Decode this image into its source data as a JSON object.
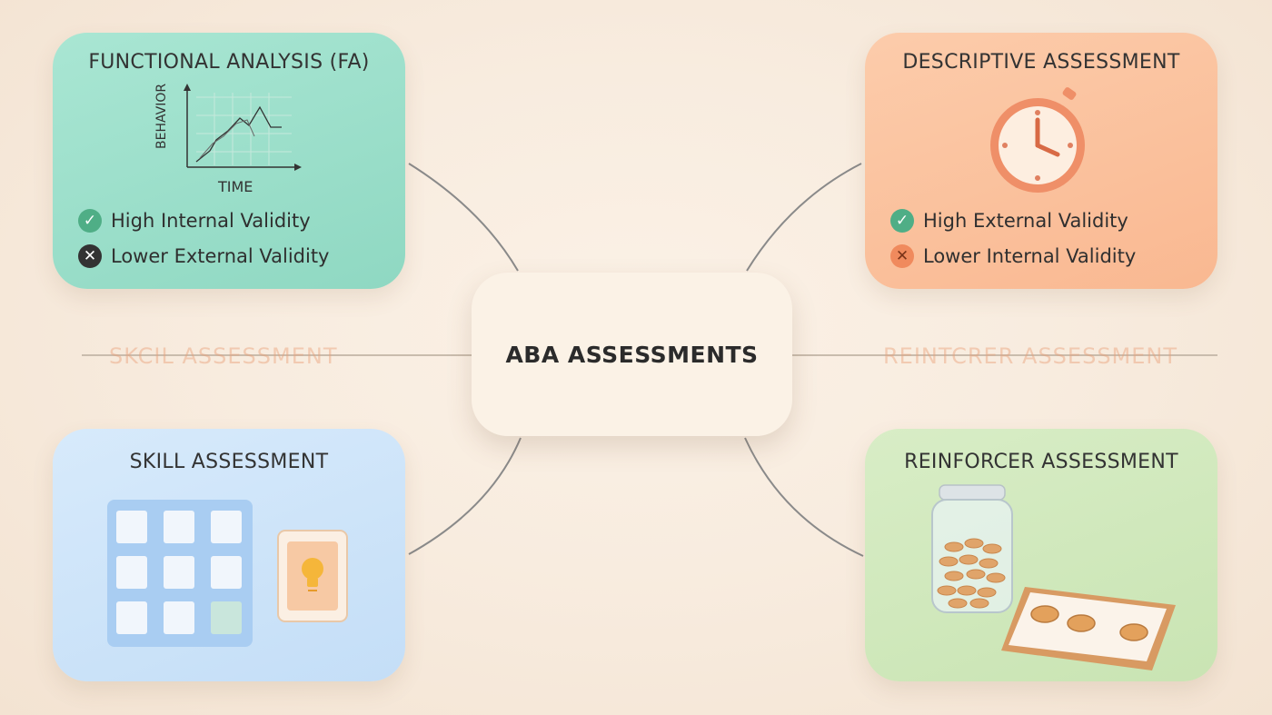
{
  "center": {
    "title": "ABA ASSESSMENTS"
  },
  "cards": {
    "functional_analysis": {
      "title": "FUNCTIONAL ANALYSIS (FA)",
      "graph": {
        "ylabel": "BEHAVIOR",
        "xlabel": "TIME"
      },
      "pros": "High Internal Validity",
      "cons": "Lower External Validity"
    },
    "descriptive_assessment": {
      "title": "DESCRIPTIVE ASSESSMENT",
      "pros": "High External Validity",
      "cons": "Lower Internal Validity"
    },
    "skill_assessment": {
      "title": "SKILL ASSESSMENT"
    },
    "reinforcer_assessment": {
      "title": "REINFORCER ASSESSMENT"
    }
  },
  "ghost_labels": {
    "left": "SKCIL ASSESSMENT",
    "right": "REINTCRER ASSESSMENT"
  },
  "icons": {
    "check": "check-icon",
    "cross": "cross-icon",
    "clock": "stopwatch-icon",
    "chart": "line-chart-icon",
    "grid": "card-grid-icon",
    "bulb": "lightbulb-card-icon",
    "jar": "coin-jar-icon",
    "tray": "token-board-icon"
  },
  "colors": {
    "fa": "#9ee0cb",
    "da": "#fbc3a0",
    "sa": "#cfe5fa",
    "ra": "#d2eabf",
    "center": "#fbf2e6",
    "accent_green": "#4fae86",
    "accent_orange": "#f08a5d"
  }
}
